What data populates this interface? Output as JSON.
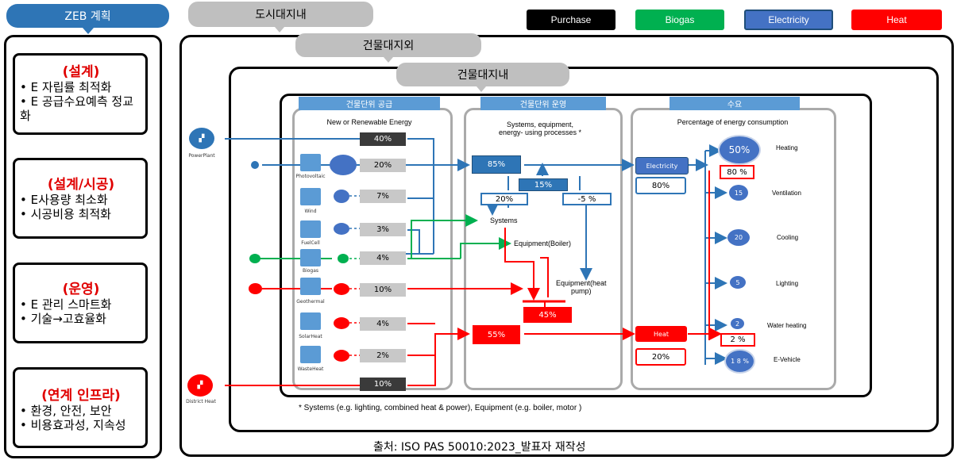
{
  "left": {
    "header": "ZEB 계획",
    "sections": [
      {
        "title": "(설계)",
        "lines": [
          "• E 자립률 최적화",
          "• E 공급수요예측 정교화"
        ]
      },
      {
        "title": "(설계/시공)",
        "lines": [
          "• E사용량 최소화",
          "• 시공비용 최적화"
        ]
      },
      {
        "title": "(운영)",
        "lines": [
          "• E 관리 스마트화",
          "• 기술→고효율화"
        ]
      },
      {
        "title": "(연계 인프라)",
        "lines": [
          "• 환경, 안전, 보안",
          "• 비용효과성, 지속성"
        ]
      }
    ]
  },
  "scope": {
    "city": "도시대지내",
    "outside": "건물대지외",
    "inside": "건물대지내"
  },
  "legend": [
    {
      "label": "Purchase",
      "color": "#000000"
    },
    {
      "label": "Biogas",
      "color": "#00b050"
    },
    {
      "label": "Electricity",
      "color": "#4472c4"
    },
    {
      "label": "Heat",
      "color": "#ff0000"
    }
  ],
  "supply": {
    "header": "건물단위 공급",
    "title": "New or Renewable  Energy",
    "rows": [
      {
        "label": "",
        "pct": "40%"
      },
      {
        "label": "Photovoltaic",
        "pct": "20%"
      },
      {
        "label": "Wind",
        "pct": "7%"
      },
      {
        "label": "FuelCell",
        "pct": "3%"
      },
      {
        "label": "Biogas",
        "pct": "4%"
      },
      {
        "label": "Geothermal",
        "pct": "10%"
      },
      {
        "label": "SolarHeat",
        "pct": "4%"
      },
      {
        "label": "WasteHeat",
        "pct": "2%"
      },
      {
        "label": "",
        "pct": "10%"
      }
    ],
    "power_plant": "PowerPlant",
    "district_heat": "District Heat"
  },
  "operation": {
    "header": "건물단위 운영",
    "title": "Systems, equipment,\nenergy- using processes  *",
    "elec_total": "85%",
    "elec_15": "15%",
    "elec_20": "20%",
    "elec_neg5": "-5 %",
    "systems": "Systems",
    "boiler": "Equipment(Boiler)",
    "heatpump": "Equipment(heat\npump)",
    "heat_45": "45%",
    "heat_total": "55%"
  },
  "demand": {
    "header": "수요",
    "title": "Percentage of energy consumption",
    "electricity_label": "Electricity",
    "electricity_pct": "80%",
    "heat_label": "Heat",
    "heat_pct": "20%",
    "heating_share": "50%",
    "elec_to_heating": "80 %",
    "heat_to_hotwater": "2 %",
    "items": [
      {
        "label": "Heating",
        "value": "50%"
      },
      {
        "label": "Ventilation",
        "value": "15"
      },
      {
        "label": "Cooling",
        "value": "20"
      },
      {
        "label": "Lighting",
        "value": "5"
      },
      {
        "label": "Water heating",
        "value": "2"
      },
      {
        "label": "E-Vehicle",
        "value": "1 8 %"
      }
    ]
  },
  "footnote": "* Systems (e.g. lighting, combined heat & power), Equipment (e.g. boiler, motor )",
  "source": "출처: ISO PAS 50010:2023_발표자 재작성"
}
